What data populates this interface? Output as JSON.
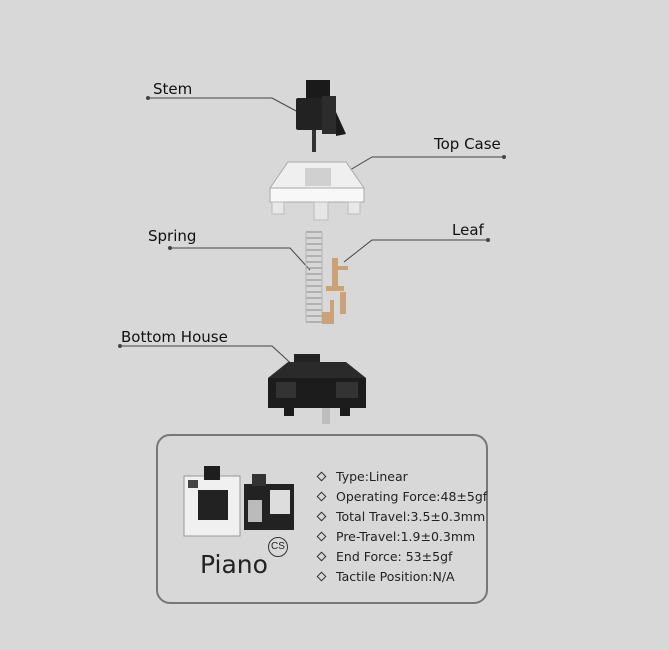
{
  "labels": {
    "stem": "Stem",
    "top_case": "Top Case",
    "spring": "Spring",
    "leaf": "Leaf",
    "bottom_house": "Bottom House"
  },
  "product": {
    "name": "Piano",
    "badge": "CS"
  },
  "specs": [
    "Type:Linear",
    "Operating Force:48±5gf",
    "Total Travel:3.5±0.3mm",
    "Pre-Travel:1.9±0.3mm",
    "End Force: 53±5gf",
    "Tactile Position:N/A"
  ],
  "colors": {
    "background": "#d8d8d8",
    "stem": "#1a1a1a",
    "top_case": "#f4f4f4",
    "leaf": "#c9a27a",
    "bottom_house": "#1c1c1c"
  }
}
